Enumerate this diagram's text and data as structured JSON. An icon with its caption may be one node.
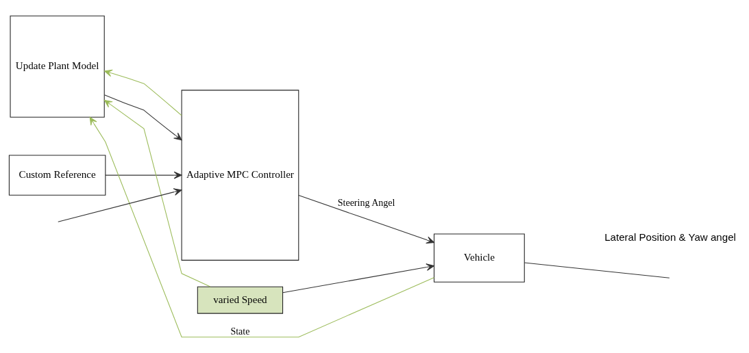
{
  "diagram": {
    "nodes": [
      {
        "text": [
          "Update Plant Model"
        ]
      },
      {
        "text": [
          "Adaptive MPC Controller"
        ]
      },
      {
        "text": [
          "Custom Reference"
        ]
      },
      {
        "text": [
          "varied Speed"
        ]
      },
      {
        "text": [
          "Vehicle"
        ]
      }
    ],
    "edges": [
      {
        "from": 0,
        "to": 1,
        "arrow": "to"
      },
      {
        "from": 2,
        "to": 1,
        "arrow": "to"
      },
      {
        "from": null,
        "to": 1,
        "arrow": "to"
      },
      {
        "from": 1,
        "to": 4,
        "arrow": "to",
        "label": "Steering Angel"
      },
      {
        "from": 3,
        "to": 4,
        "arrow": "to"
      },
      {
        "from": 1,
        "to": 0,
        "arrow": "to",
        "color": "#9bbb59"
      },
      {
        "from": 3,
        "to": 0,
        "arrow": "to",
        "color": "#9bbb59"
      },
      {
        "from": 4,
        "to": 0,
        "arrow": "to",
        "color": "#9bbb59",
        "label": "State"
      },
      {
        "from": 4,
        "to": null,
        "arrow": "none"
      }
    ],
    "labels": [
      "Lateral Position & Yaw angel"
    ]
  }
}
